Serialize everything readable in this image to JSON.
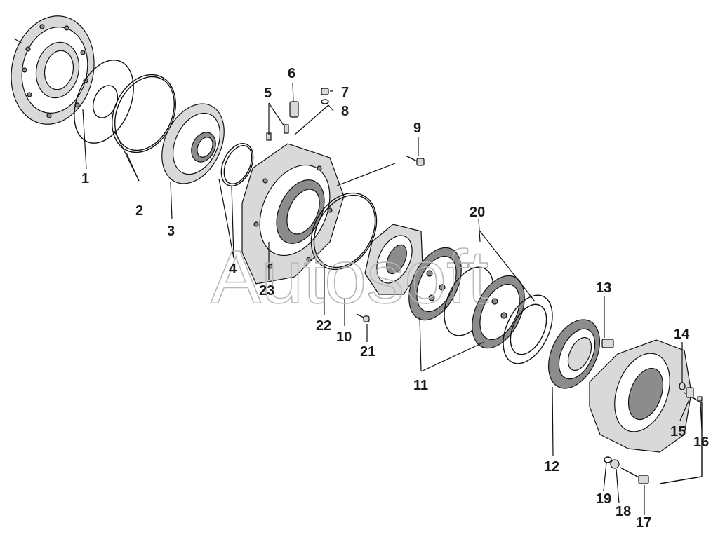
{
  "watermark": "Autosoft",
  "callouts": {
    "c1": "1",
    "c2": "2",
    "c3": "3",
    "c4": "4",
    "c5": "5",
    "c6": "6",
    "c7": "7",
    "c8": "8",
    "c9": "9",
    "c10": "10",
    "c11": "11",
    "c12": "12",
    "c13": "13",
    "c14": "14",
    "c15": "15",
    "c16": "16",
    "c17": "17",
    "c18": "18",
    "c19": "19",
    "c20": "20",
    "c21": "21",
    "c22": "22",
    "c23": "23"
  }
}
